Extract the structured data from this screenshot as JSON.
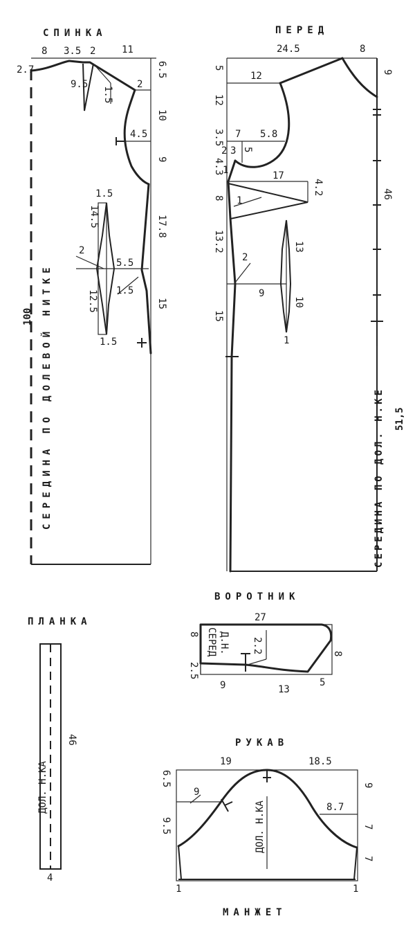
{
  "titles": {
    "back": "СПИНКА",
    "front": "ПЕРЕД",
    "collar": "ВОРОТНИК",
    "placket": "ПЛАНКА",
    "sleeve": "РУКАВ",
    "cuff": "МАНЖЕТ"
  },
  "back": {
    "center_label": "СЕРЕДИНА ПО ДОЛЕВОЙ НИТКЕ",
    "dims": {
      "top_8": "8",
      "top_3_5": "3.5",
      "top_2": "2",
      "top_11": "11",
      "left_2_7": "2.7",
      "right_6_5": "6.5",
      "dart_9_5": "9.5",
      "dart_1_5": "1.5",
      "shoulder_2": "2",
      "right_10": "10",
      "arm_4_5": "4.5",
      "right_9": "9",
      "right_17_8": "17.8",
      "length_100": "100",
      "dart_top_1_5": "1.5",
      "dart_14_5": "14.5",
      "dart_2": "2",
      "dart_5_5": "5.5",
      "side_1_5": "1.5",
      "dart_12_5": "12.5",
      "right_15": "15",
      "dart_bottom_1_5": "1.5"
    }
  },
  "front": {
    "center_label": "СЕРЕДИНА ПО ДОЛ. Н.КЕ",
    "dims": {
      "top_24_5": "24.5",
      "top_8": "8",
      "left_5": "5",
      "neck_12": "12",
      "right_9": "9",
      "left_12": "12",
      "left_3_5": "3.5",
      "arm_7": "7",
      "arm_5_8": "5.8",
      "left_2": "2",
      "left_3": "3",
      "arm_5": "5",
      "left_4_3": "4.3",
      "left_1": "1",
      "dart_17": "17",
      "dart_4_2": "4.2",
      "left_8": "8",
      "dart_1": "1",
      "right_46": "46",
      "left_13_2": "13.2",
      "side_2": "2",
      "dart_13": "13",
      "dart_9": "9",
      "dart_10": "10",
      "left_15": "15",
      "dart_bottom_1": "1",
      "width_51_5": "51,5"
    }
  },
  "collar": {
    "inner_label_1": "СЕРЕД",
    "inner_label_2": "Д.Н.",
    "dims": {
      "top_27": "27",
      "left_8": "8",
      "mid_2_2": "2.2",
      "left_2_5": "2.5",
      "bottom_9": "9",
      "bottom_13": "13",
      "bottom_5": "5",
      "right_8": "8"
    }
  },
  "placket": {
    "inner_label": "ДОЛ. Н.КА",
    "dims": {
      "length_46": "46",
      "width_4": "4"
    }
  },
  "sleeve": {
    "inner_label": "ДОЛ. Н.КА",
    "dims": {
      "top_19": "19",
      "top_18_5": "18.5",
      "left_6_5": "6.5",
      "left_9": "9",
      "left_9_5": "9.5",
      "right_9": "9",
      "right_8_7": "8.7",
      "right_7_a": "7",
      "right_7_b": "7",
      "bottom_left_1": "1",
      "bottom_right_1": "1"
    }
  }
}
